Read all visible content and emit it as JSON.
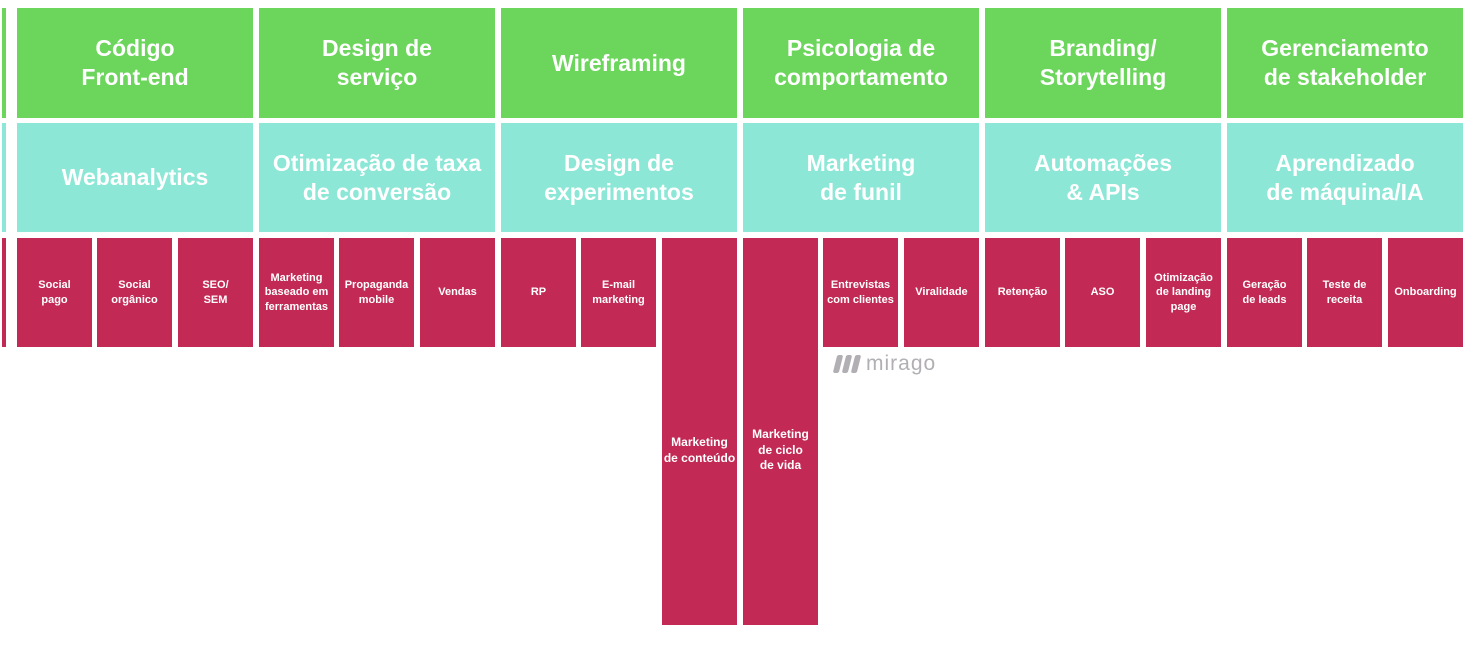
{
  "palette": {
    "green": "#6cd55c",
    "teal": "#8de7d6",
    "crimson": "#c22a55",
    "text": "#ffffff",
    "logo_gray": "#b2afb4"
  },
  "columns": [
    {
      "top": "Código\nFront-end",
      "mid": "Webanalytics",
      "cells": [
        "Social\npago",
        "Social\norgânico",
        "SEO/\nSEM"
      ]
    },
    {
      "top": "Design de\nserviço",
      "mid": "Otimização de taxa\nde conversão",
      "cells": [
        "Marketing\nbaseado em\nferramentas",
        "Propaganda\nmobile",
        "Vendas"
      ]
    },
    {
      "top": "Wireframing",
      "mid": "Design de\nexperimentos",
      "cells": [
        "RP",
        "E-mail\nmarketing",
        "Marketing\nde conteúdo"
      ]
    },
    {
      "top": "Psicologia de\ncomportamento",
      "mid": "Marketing\nde funil",
      "cells": [
        "Marketing\nde ciclo\nde vida",
        "Entrevistas\ncom clientes",
        "Viralidade"
      ]
    },
    {
      "top": "Branding/\nStorytelling",
      "mid": "Automações\n& APIs",
      "cells": [
        "Retenção",
        "ASO",
        "Otimização\nde landing\npage"
      ]
    },
    {
      "top": "Gerenciamento\nde stakeholder",
      "mid": "Aprendizado\nde máquina/IA",
      "cells": [
        "Geração\nde leads",
        "Teste de\nreceita",
        "Onboarding"
      ]
    }
  ],
  "logo": {
    "text": "mirago",
    "icon": "three-slanted-bars-icon"
  }
}
